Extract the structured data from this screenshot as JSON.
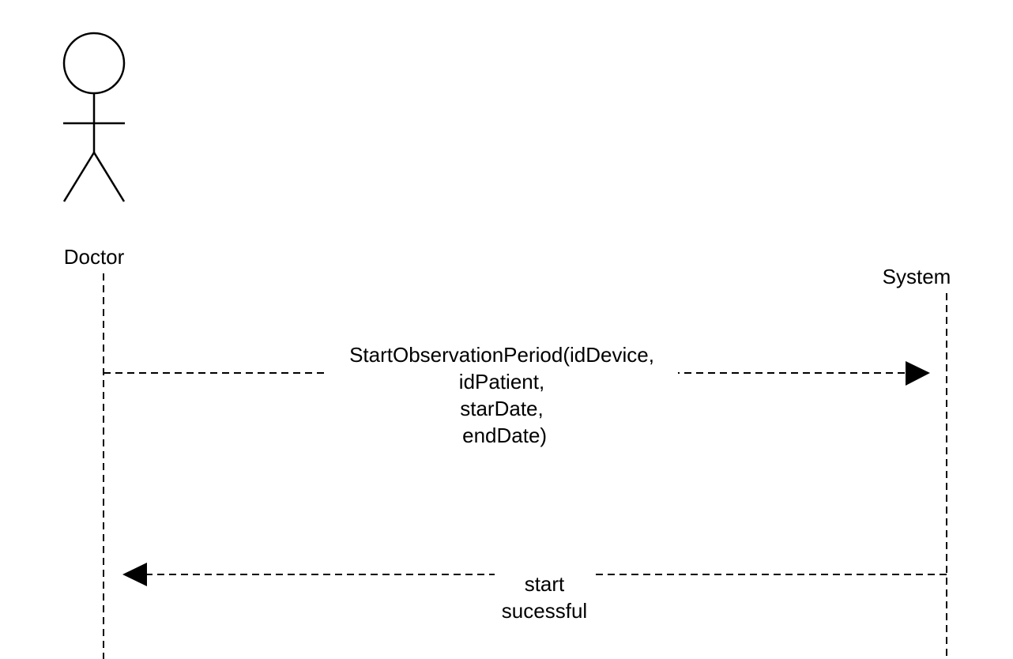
{
  "actor": {
    "name": "Doctor",
    "icon": "stick-figure-actor-icon"
  },
  "system": {
    "name": "System"
  },
  "messages": {
    "call": {
      "lines": [
        "StartObservationPeriod(idDevice,",
        "idPatient,",
        "starDate,",
        " endDate)"
      ],
      "style": "dashed",
      "direction": "Doctor -> System"
    },
    "return": {
      "lines": [
        "start",
        "sucessful"
      ],
      "style": "dashed",
      "direction": "System -> Doctor"
    }
  },
  "colors": {
    "stroke": "#000000",
    "background": "#ffffff"
  }
}
